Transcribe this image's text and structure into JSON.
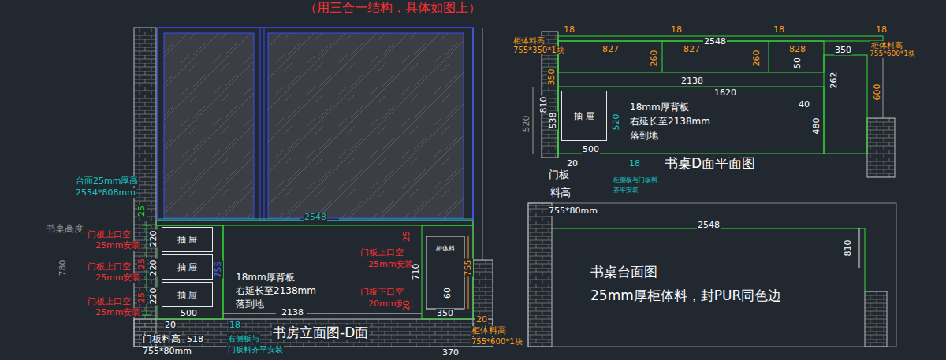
{
  "diagram": {
    "nodes": [
      {
        "text": [
          "抽 屉"
        ]
      },
      {
        "text": [
          "抽 屉"
        ]
      },
      {
        "text": [
          "抽 屉"
        ]
      },
      {
        "text": [
          "抽 屉"
        ]
      }
    ],
    "labels": [
      "（用三合一结构，具体如图上）",
      "台面25mm厚高",
      "2554*808mm",
      "书桌高度",
      "780",
      "25",
      "门板上口空",
      "25mm安装",
      "220",
      "25",
      "门板上口空",
      "25mm安装",
      "220",
      "25",
      "门板上口空",
      "25mm安装",
      "220",
      "755",
      "500",
      "18mm厚背板",
      "右延长至2138mm",
      "落到地",
      "2138",
      "2548",
      "20",
      "518",
      "18",
      "书房立面图-D面",
      "门板料高",
      "755*80mm",
      "右侧板与",
      "门板料齐平安装",
      "门板上口空",
      "25mm安装",
      "25",
      "柜体料",
      "710",
      "门板下口空",
      "20mm安装",
      "20",
      "60",
      "350",
      "755",
      "20",
      "柜体料高",
      "755*600*1块",
      "370",
      "柜体料高",
      "755*350*1块",
      "18",
      "18",
      "2548",
      "18",
      "18",
      "827",
      "827",
      "828",
      "350",
      "柜体料高",
      "755*600*1块",
      "350",
      "260",
      "260",
      "50",
      "2138",
      "262",
      "600",
      "1620",
      "810",
      "520",
      "538",
      "520",
      "18mm厚背板",
      "右延长至2138mm",
      "落到地",
      "40",
      "480",
      "500",
      "20",
      "18",
      "书桌D面平面图",
      "柜侧板与门板料",
      "齐平安装",
      "门板",
      "料高",
      "755*80mm",
      "2548",
      "810",
      "书桌台面图",
      "25mm厚柜体料，封PUR同色边"
    ]
  }
}
